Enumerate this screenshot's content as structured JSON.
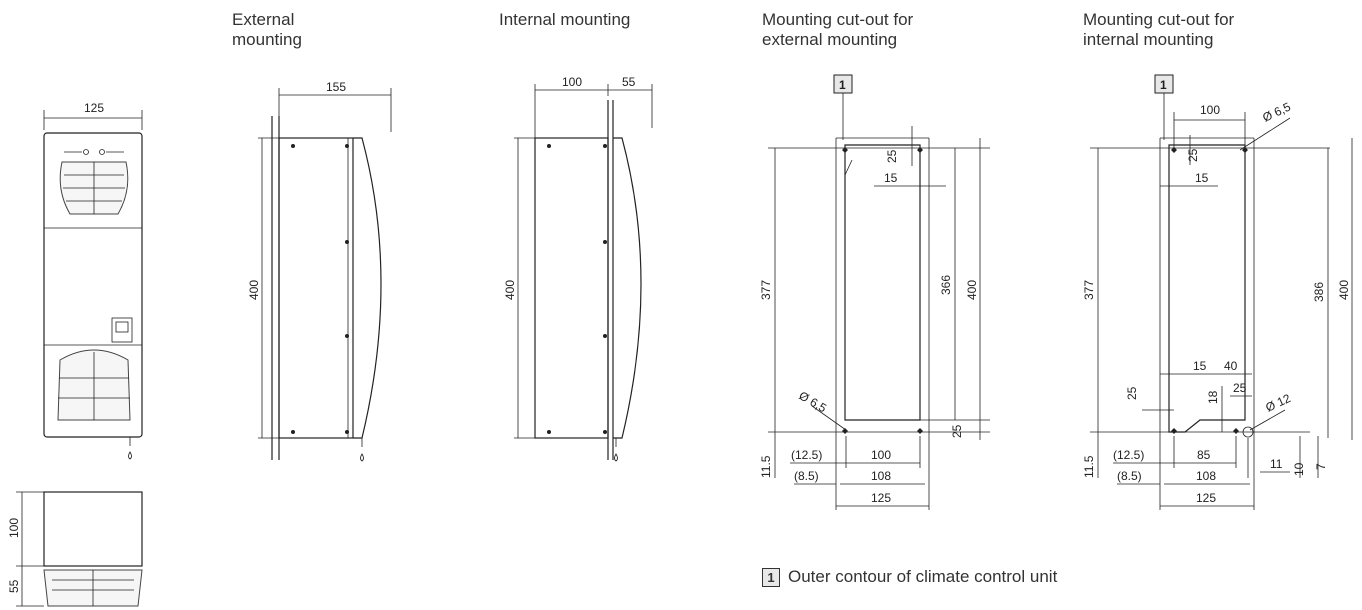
{
  "titles": {
    "external": "External\nmounting",
    "internal": "Internal mounting",
    "cutout_external": "Mounting cut-out for\nexternal mounting",
    "cutout_internal": "Mounting cut-out for\ninternal mounting"
  },
  "legend": {
    "marker": "1",
    "text": "Outer contour of climate control unit"
  },
  "front": {
    "width": "125"
  },
  "top_view": {
    "depth": "100",
    "fan": "55"
  },
  "ext_mount": {
    "depth": "155",
    "height": "400"
  },
  "int_mount": {
    "depth": "100",
    "fan": "55",
    "height": "400"
  },
  "cut_ext": {
    "marker": "1",
    "d25_top": "25",
    "d15": "15",
    "d377": "377",
    "d366": "366",
    "d400": "400",
    "d25_bottom": "25",
    "hole": "Ø 6,5",
    "d11_5": "11.5",
    "d12_5": "(12.5)",
    "d100": "100",
    "d8_5": "(8.5)",
    "d108": "108",
    "d125": "125"
  },
  "cut_int": {
    "marker": "1",
    "d100": "100",
    "hole_top": "Ø 6,5",
    "d25_top": "25",
    "d15_top": "15",
    "d377": "377",
    "d386": "386",
    "d400": "400",
    "d15": "15",
    "d40": "40",
    "d25_left": "25",
    "d18": "18",
    "d25_small": "25",
    "hole_big": "Ø 12",
    "d11_5": "11.5",
    "d12_5": "(12.5)",
    "d85": "85",
    "d11": "11",
    "d10": "10",
    "d7": "7",
    "d8_5": "(8.5)",
    "d108": "108",
    "d125": "125"
  }
}
